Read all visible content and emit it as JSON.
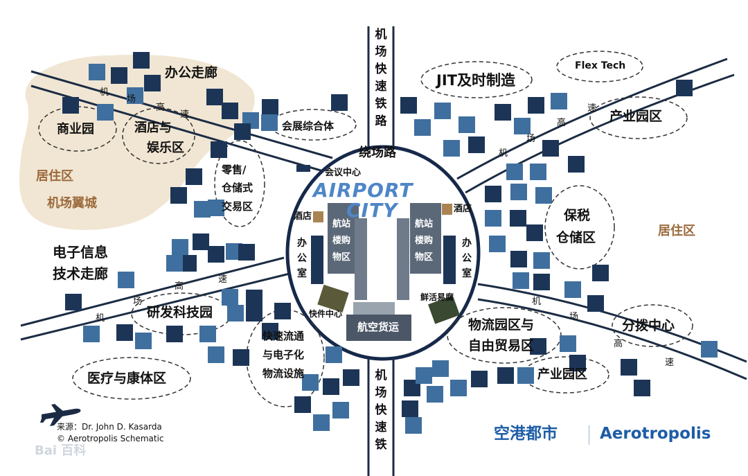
{
  "diagram": {
    "airport_logo": {
      "line1": "AIRPORT",
      "line2": "CITY"
    },
    "ring_road": "绕场路",
    "rail_top": "机场快速铁路",
    "rail_bottom": "机场快速铁",
    "highway": "机场高速",
    "zones": {
      "office_corridor": "办公走廊",
      "business_park": "商业园",
      "hotel_ent_1": "酒店与",
      "hotel_ent_2": "娱乐区",
      "residential_left": "居住区",
      "airport_wing": "机场翼城",
      "retail_1": "零售/",
      "retail_2": "仓储式",
      "retail_3": "交易区",
      "exhibition": "会展综合体",
      "jit": "JIT及时制造",
      "flextech": "Flex Tech",
      "industrial_park_top": "产业园区",
      "bonded_1": "保税",
      "bonded_2": "仓储区",
      "residential_right": "居住区",
      "electronics_1": "电子信息",
      "electronics_2": "技术走廊",
      "rnd_park": "研发科技园",
      "logistics_1": "快速流通",
      "logistics_2": "与电子化",
      "logistics_3": "物流设施",
      "medical": "医疗与康体区",
      "log_park_1": "物流园区与",
      "log_park_2": "自由贸易区",
      "industrial_park_bottom": "产业园区",
      "distribution": "分拨中心"
    },
    "inner": {
      "conference": "会议中心",
      "hotel_left": "酒店",
      "hotel_right": "酒店",
      "terminal_left_1": "航站",
      "terminal_left_2": "楼购",
      "terminal_left_3": "物区",
      "terminal_right_1": "航站",
      "terminal_right_2": "楼购",
      "terminal_right_3": "物区",
      "office_left": "办公室",
      "office_right": "办公室",
      "express": "快件中心",
      "fresh": "鲜活易腐",
      "air_cargo": "航空货运"
    },
    "source_1": "来源：Dr. John D. Kasarda",
    "source_2": "© Aerotropolis Schematic",
    "watermark": "Bai 百科",
    "title_cn": "空港都市",
    "title_en": "Aerotropolis",
    "colors": {
      "navy": "#1c3557",
      "steel": "#3f6f9e",
      "beige": "#f1e6d3",
      "brown_text": "#9b6a3c",
      "blue_text": "#1d5da6"
    }
  }
}
